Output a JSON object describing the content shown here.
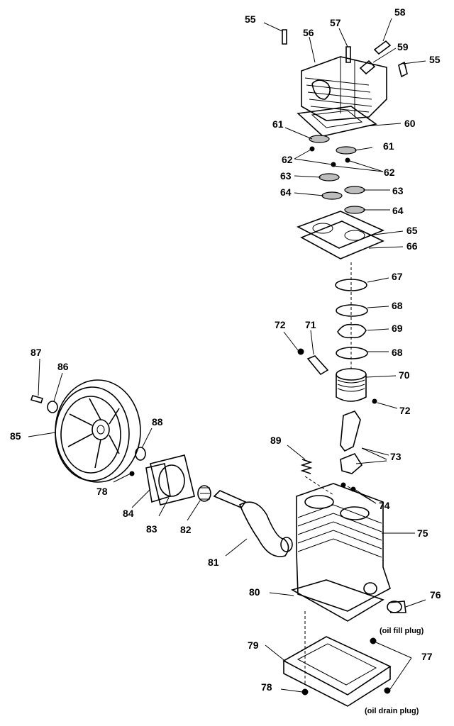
{
  "labels": {
    "p55a": "55",
    "p55b": "55",
    "p56": "56",
    "p57": "57",
    "p58": "58",
    "p59": "59",
    "p60": "60",
    "p61a": "61",
    "p61b": "61",
    "p62a": "62",
    "p62b": "62",
    "p63a": "63",
    "p63b": "63",
    "p64a": "64",
    "p64b": "64",
    "p65": "65",
    "p66": "66",
    "p67": "67",
    "p68a": "68",
    "p68b": "68",
    "p69": "69",
    "p70": "70",
    "p71": "71",
    "p72a": "72",
    "p72b": "72",
    "p73": "73",
    "p74": "74",
    "p75": "75",
    "p76": "76",
    "p77": "77",
    "p78a": "78",
    "p78b": "78",
    "p79": "79",
    "p80": "80",
    "p81": "81",
    "p82": "82",
    "p83": "83",
    "p84": "84",
    "p85": "85",
    "p86": "86",
    "p87": "87",
    "p88": "88",
    "p89": "89"
  },
  "notes": {
    "oil_fill": "(oil fill plug)",
    "oil_drain": "(oil drain plug)"
  }
}
